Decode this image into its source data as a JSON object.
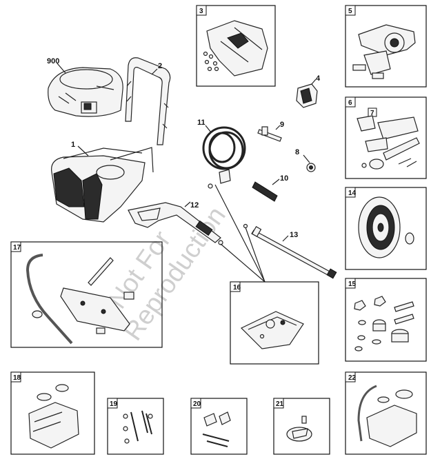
{
  "watermark": {
    "line1": "Not For",
    "line2": "Reproduction"
  },
  "callouts": {
    "c900": "900",
    "c1": "1",
    "c2": "2",
    "c4": "4",
    "c8": "8",
    "c9": "9",
    "c10": "10",
    "c11": "11",
    "c12": "12",
    "c13": "13"
  },
  "boxes": {
    "b3": "3",
    "b5": "5",
    "b6": "6",
    "b7": "7",
    "b14": "14",
    "b15": "15",
    "b16": "16",
    "b17": "17",
    "b18": "18",
    "b19": "19",
    "b20": "20",
    "b21": "21",
    "b22": "22"
  }
}
